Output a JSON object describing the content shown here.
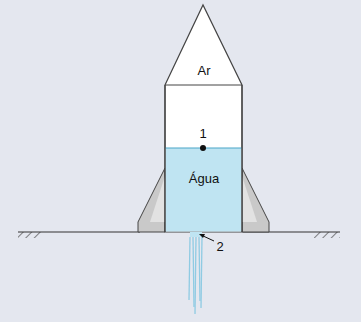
{
  "diagram": {
    "labels": [
      "Ar",
      "1",
      "Água",
      "2"
    ]
  }
}
